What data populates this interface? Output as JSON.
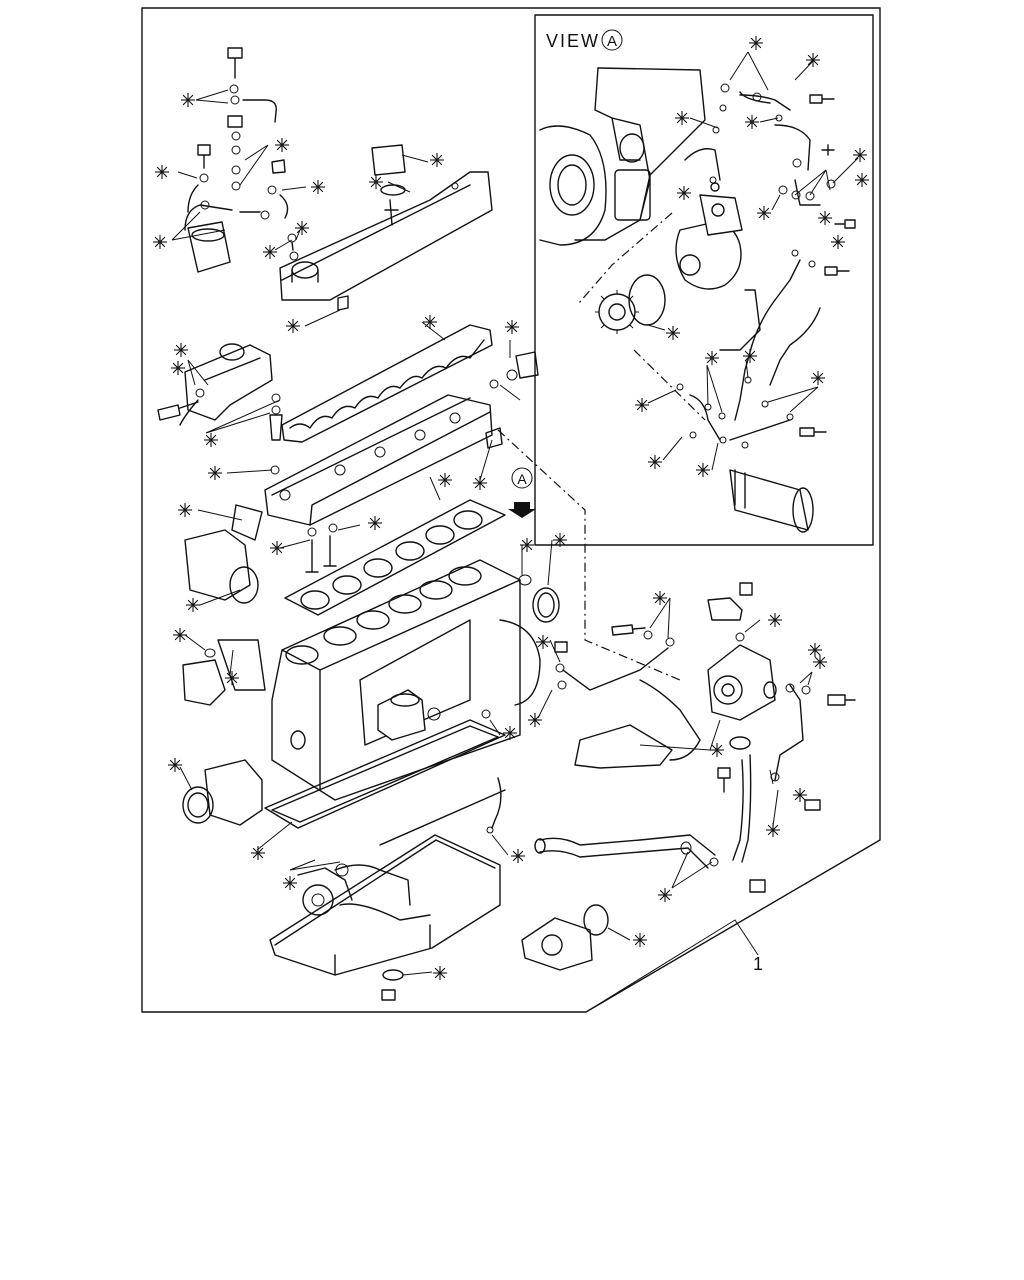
{
  "view_label": "VIEW",
  "view_letter": "A",
  "main_view_marker": "A",
  "item_number": "1",
  "asterisk_symbol": "✳",
  "colors": {
    "line": "#111111",
    "background": "#ffffff"
  },
  "icons": [
    "view-arrow-icon",
    "asterisk-marker-icon",
    "circle-callout-icon"
  ]
}
